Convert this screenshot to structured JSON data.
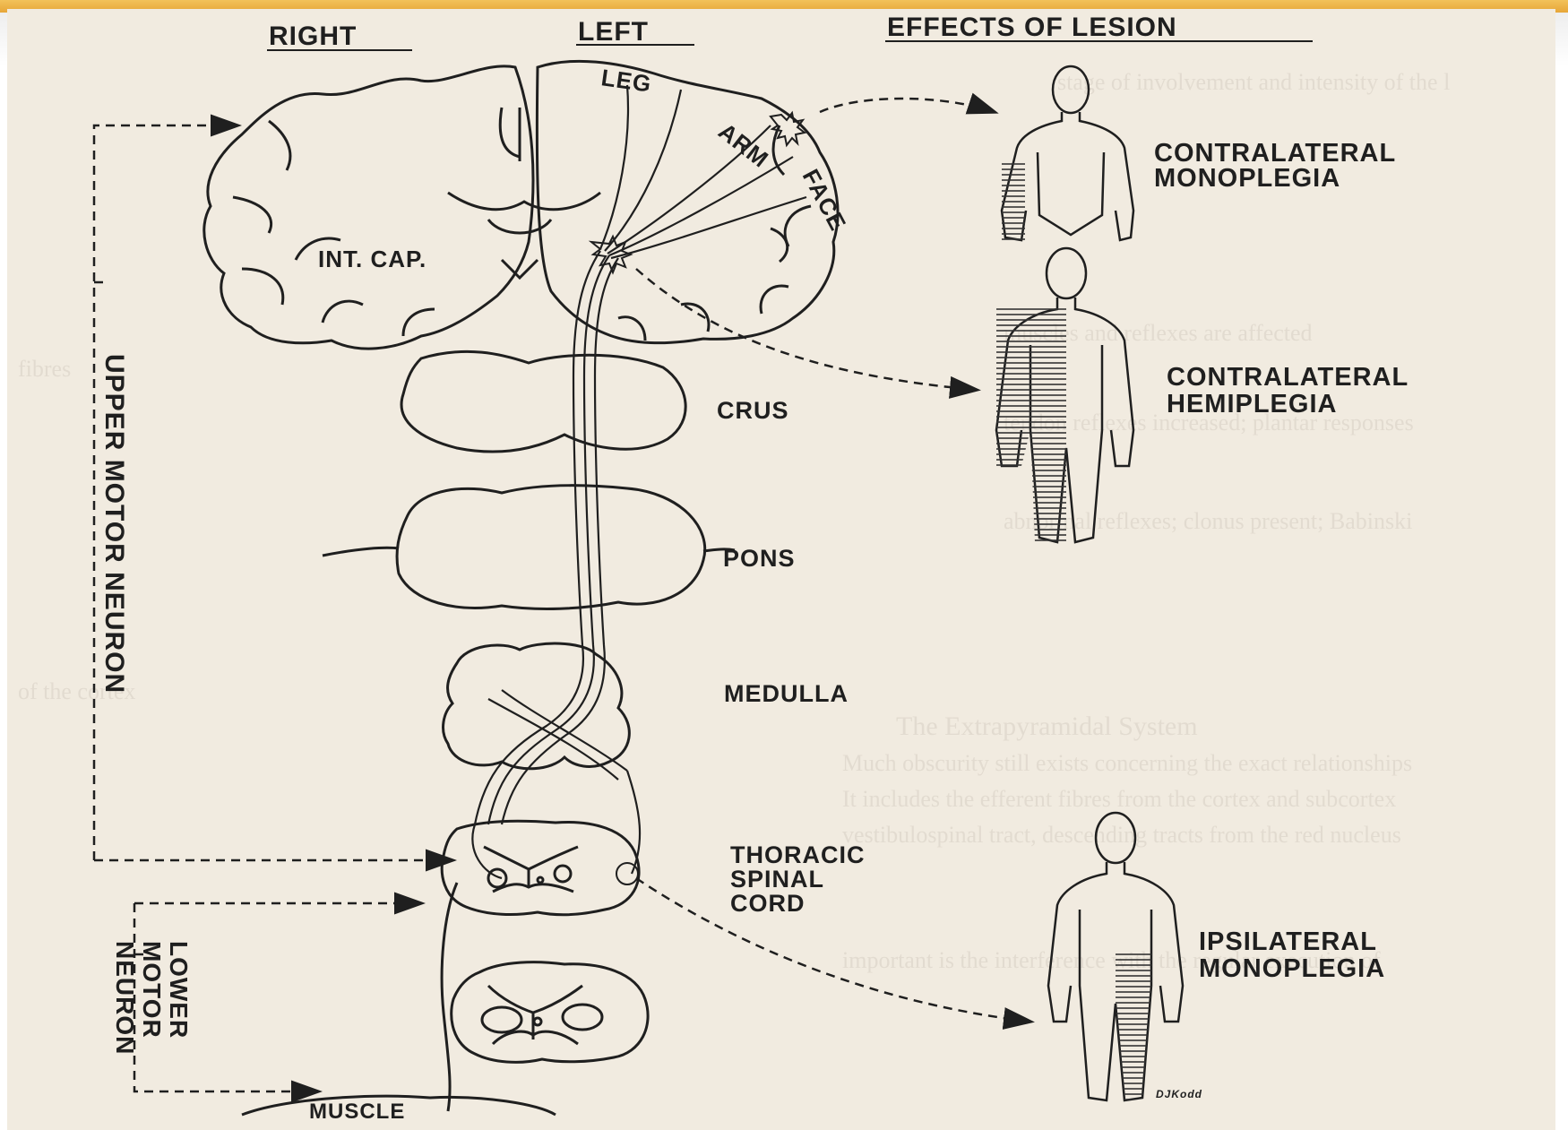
{
  "headers": {
    "right": "RIGHT",
    "left": "LEFT",
    "effects": "EFFECTS OF LESION"
  },
  "brain_labels": {
    "leg": "LEG",
    "arm": "ARM",
    "face": "FACE",
    "int_cap": "INT. CAP."
  },
  "levels": {
    "crus": "CRUS",
    "pons": "PONS",
    "medulla": "MEDULLA",
    "thoracic": [
      "THORACIC",
      "SPINAL",
      "CORD"
    ],
    "muscle": "MUSCLE"
  },
  "side_labels": {
    "upper_motor_neuron": "UPPER MOTOR NEURON",
    "lower_motor_neuron": [
      "LOWER",
      "MOTOR",
      "NEURON"
    ]
  },
  "effects": {
    "contralateral_monoplegia": [
      "CONTRALATERAL",
      "MONOPLEGIA"
    ],
    "contralateral_hemiplegia": [
      "CONTRALATERAL",
      "HEMIPLEGIA"
    ],
    "ipsilateral_monoplegia": [
      "IPSILATERAL",
      "MONOPLEGIA"
    ]
  },
  "signature": "DJKodd",
  "colors": {
    "paper": "#f1ebe0",
    "ink": "#1f1f1f",
    "accent_bar": "#e7a638"
  }
}
